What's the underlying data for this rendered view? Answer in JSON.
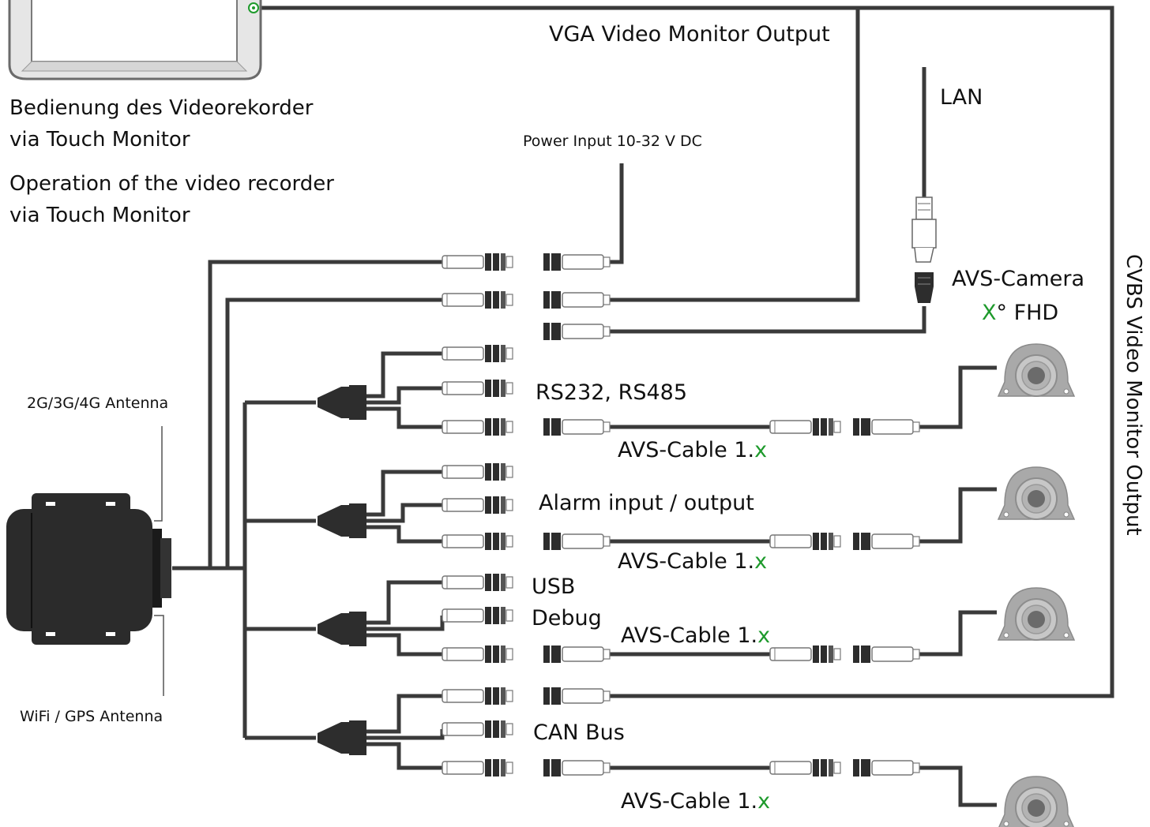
{
  "labels": {
    "vga": "VGA Video Monitor Output",
    "lan": "LAN",
    "bedienung_1": "Bedienung des Videorekorder",
    "bedienung_2": "via Touch Monitor",
    "operation_1": "Operation of the video recorder",
    "operation_2": "via Touch Monitor",
    "power": "Power Input 10-32 V DC",
    "camera_name": "AVS-Camera",
    "camera_x": "X",
    "camera_fhd": "° FHD",
    "antenna_cell": "2G/3G/4G Antenna",
    "antenna_wifi": "WiFi / GPS Antenna",
    "rs": "RS232, RS485",
    "alarm": "Alarm input / output",
    "usb": "USB",
    "debug": "Debug",
    "can": "CAN Bus",
    "cable_prefix": "AVS-Cable 1.",
    "cable_suffix": "x",
    "cvbs": "CVBS Video Monitor Output"
  },
  "colors": {
    "cable": "#3a3a3a",
    "highlight": "#1e9a2c",
    "recorder": "#2b2b2b",
    "camera": "#a9a9a9",
    "monitor_frame": "#6b6b6b"
  },
  "icons": [
    "monitor-icon",
    "power-button-icon",
    "recorder-icon",
    "camera-icon",
    "rj45-connector-icon",
    "m12-connector-icon",
    "splitter-icon"
  ]
}
